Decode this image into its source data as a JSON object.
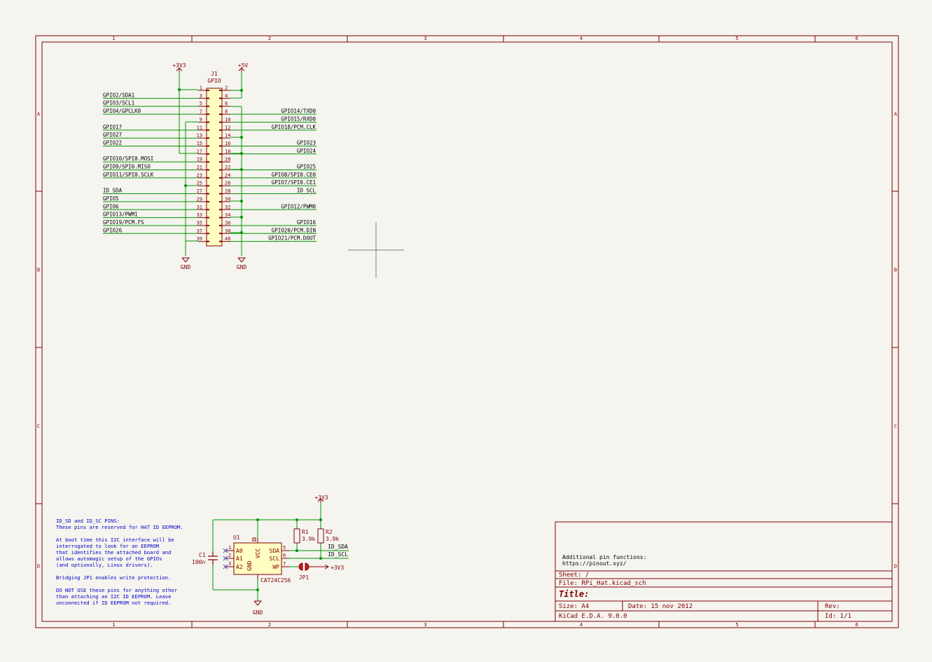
{
  "colors": {
    "background": "#f5f4ef",
    "frame": "#840000",
    "wire": "#009600",
    "symbol_body": "#ffffc2",
    "symbol_outline": "#840000",
    "note_text": "#0000c8",
    "nc_marker": "#4646c8"
  },
  "frame": {
    "columns": [
      "1",
      "2",
      "3",
      "4",
      "5",
      "6"
    ],
    "rows": [
      "A",
      "B",
      "C",
      "D"
    ]
  },
  "power": {
    "v3v3_top": "+3V3",
    "v5_top": "+5V",
    "gnd_left": "GND",
    "gnd_right": "GND",
    "v3v3_eeprom": "+3V3",
    "gnd_eeprom": "GND",
    "v3v3_jp": "+3V3"
  },
  "j1": {
    "ref": "J1",
    "value": "GPIO",
    "pin_numbers": [
      "1",
      "2",
      "3",
      "4",
      "5",
      "6",
      "7",
      "8",
      "9",
      "10",
      "11",
      "12",
      "13",
      "14",
      "15",
      "16",
      "17",
      "18",
      "19",
      "20",
      "21",
      "22",
      "23",
      "24",
      "25",
      "26",
      "27",
      "28",
      "29",
      "30",
      "31",
      "32",
      "33",
      "34",
      "35",
      "36",
      "37",
      "38",
      "39",
      "40"
    ],
    "left_labels": [
      {
        "row": 1,
        "text": "GPIO2/SDA1"
      },
      {
        "row": 2,
        "text": "GPIO3/SCL1"
      },
      {
        "row": 3,
        "text": "GPIO4/GPCLK0"
      },
      {
        "row": 5,
        "text": "GPIO17"
      },
      {
        "row": 6,
        "text": "GPIO27"
      },
      {
        "row": 7,
        "text": "GPIO22"
      },
      {
        "row": 9,
        "text": "GPIO10/SPI0.MOSI"
      },
      {
        "row": 10,
        "text": "GPIO9/SPI0.MISO"
      },
      {
        "row": 11,
        "text": "GPIO11/SPI0.SCLK"
      },
      {
        "row": 13,
        "text": "ID_SDA"
      },
      {
        "row": 14,
        "text": "GPIO5"
      },
      {
        "row": 15,
        "text": "GPIO6"
      },
      {
        "row": 16,
        "text": "GPIO13/PWM1"
      },
      {
        "row": 17,
        "text": "GPIO19/PCM.FS"
      },
      {
        "row": 18,
        "text": "GPIO26"
      }
    ],
    "right_labels": [
      {
        "row": 3,
        "text": "GPIO14/TXD0"
      },
      {
        "row": 4,
        "text": "GPIO15/RXD0"
      },
      {
        "row": 5,
        "text": "GPIO18/PCM.CLK"
      },
      {
        "row": 7,
        "text": "GPIO23"
      },
      {
        "row": 8,
        "text": "GPIO24"
      },
      {
        "row": 10,
        "text": "GPIO25"
      },
      {
        "row": 11,
        "text": "GPIO8/SPI0.CE0"
      },
      {
        "row": 12,
        "text": "GPIO7/SPI0.CE1"
      },
      {
        "row": 13,
        "text": "ID_SCL"
      },
      {
        "row": 15,
        "text": "GPIO12/PWM0"
      },
      {
        "row": 17,
        "text": "GPIO16"
      },
      {
        "row": 18,
        "text": "GPIO20/PCM.DIN"
      },
      {
        "row": 19,
        "text": "GPIO21/PCM.DOUT"
      }
    ]
  },
  "eeprom": {
    "u1_ref": "U1",
    "u1_value": "CAT24C256",
    "pins_left": [
      "A0",
      "A1",
      "A2"
    ],
    "pin_numbers_left": [
      "1",
      "2",
      "3"
    ],
    "pins_right": [
      "SDA",
      "SCL",
      "WP"
    ],
    "pin_numbers_right": [
      "5",
      "6",
      "7"
    ],
    "vcc_label": "VCC",
    "gnd_label": "GND",
    "c1_ref": "C1",
    "c1_value": "100n",
    "r1_ref": "R1",
    "r1_value": "3.9k",
    "r2_ref": "R2",
    "r2_value": "3.9k",
    "jp1_ref": "JP1",
    "label_sda": "ID_SDA",
    "label_scl": "ID_SCL"
  },
  "note": {
    "lines": [
      "ID_SD and ID_SC PINS:",
      "These pins are reserved for HAT ID EEPROM.",
      "",
      "At boot time this I2C interface will be",
      "interrogated to look for an EEPROM",
      "that identifies the attached board and",
      "allows automagic setup of the GPIOs",
      "(and optionally, Linux drivers).",
      "",
      "Bridging JP1 enables write protection.",
      "",
      "DO NOT USE these pins for anything other",
      "than attaching an I2C ID EEPROM. Leave",
      "unconnected if ID EEPROM not required."
    ]
  },
  "title_block": {
    "comment_line1": "Additional pin functions:",
    "comment_line2": "https://pinout.xyz/",
    "sheet": "Sheet: /",
    "file": "File: RPi_Hat.kicad_sch",
    "title": "Title:",
    "size": "Size: A4",
    "date": "Date: 15 nov 2012",
    "rev": "Rev:",
    "tool": "KiCad E.D.A. 9.0.0",
    "id": "Id: 1/1"
  }
}
